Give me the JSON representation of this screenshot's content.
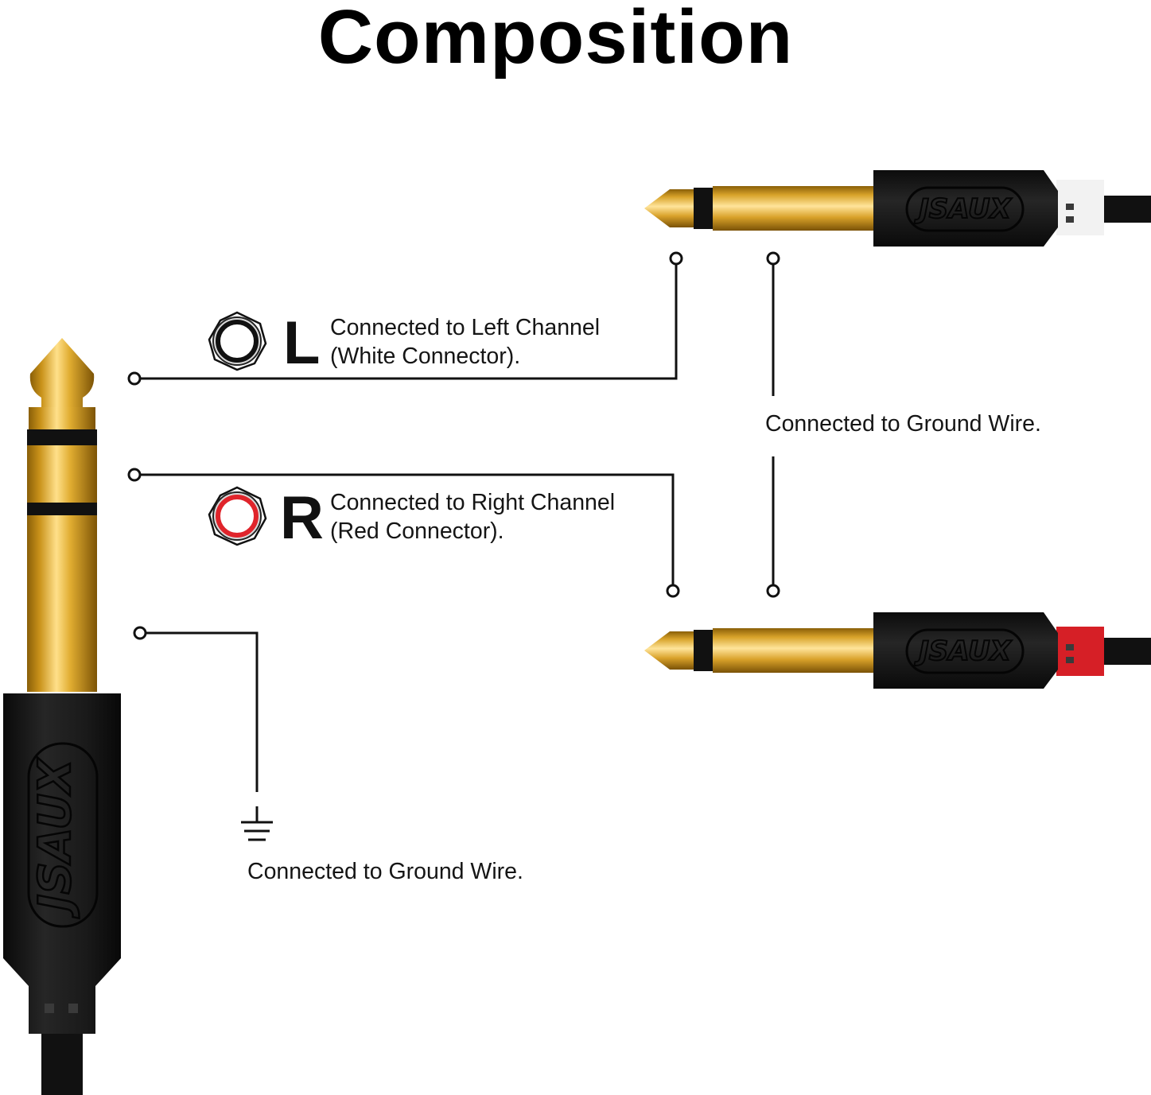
{
  "title": "Composition",
  "left_channel": {
    "letter": "L",
    "line1": "Connected to Left Channel",
    "line2": "(White Connector)."
  },
  "right_channel": {
    "letter": "R",
    "line1": "Connected to Right Channel",
    "line2": "(Red Connector)."
  },
  "ground_right": "Connected to Ground Wire.",
  "ground_left": "Connected to Ground Wire.",
  "colors": {
    "gold": "#d9a520",
    "plug_black": "#1a1a1a",
    "line": "#111111",
    "white_collar": "#f2f2f2",
    "red_collar": "#d61f26",
    "red_ring": "#e0242b"
  },
  "icons": [
    "white-connector-icon",
    "red-connector-icon",
    "ground-symbol-icon"
  ]
}
